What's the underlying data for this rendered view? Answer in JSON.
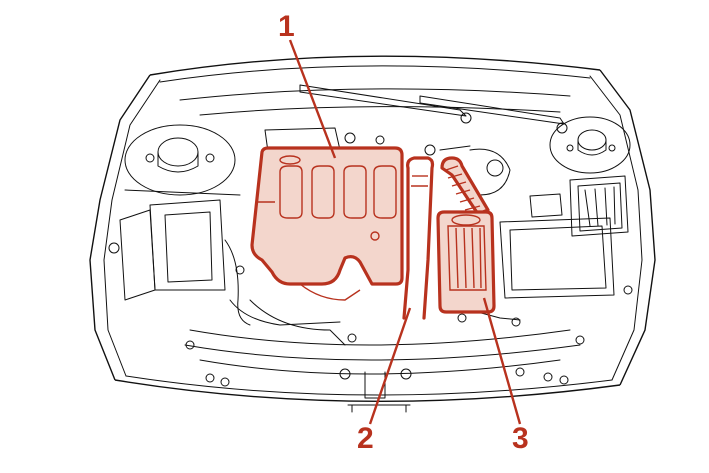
{
  "callouts": [
    {
      "id": "1",
      "label": "1"
    },
    {
      "id": "2",
      "label": "2"
    },
    {
      "id": "3",
      "label": "3"
    }
  ],
  "colors": {
    "highlight_stroke": "#b8321e",
    "highlight_fill": "#f3d6cc",
    "callout_text": "#b8321e",
    "line_art": "#111111",
    "background": "#ffffff"
  }
}
